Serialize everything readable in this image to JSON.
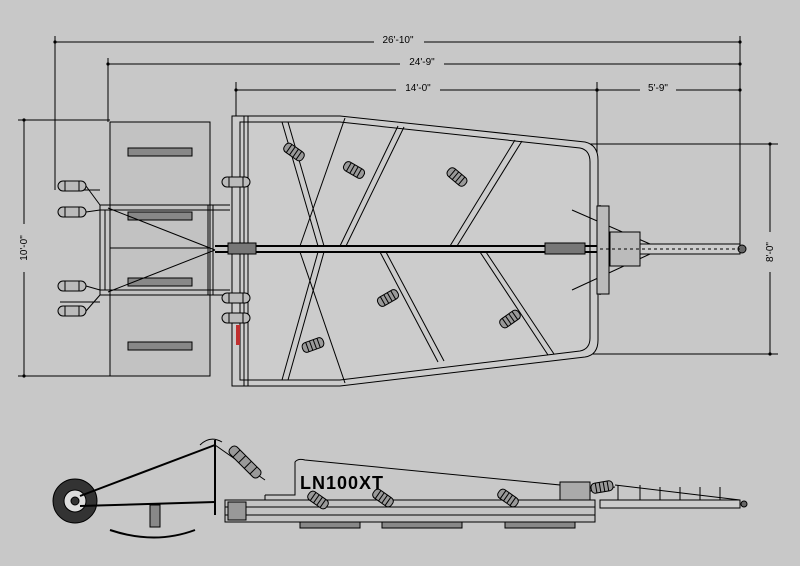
{
  "background": "#c8c8c8",
  "line_color": "#000000",
  "dimensions": {
    "overall_length": "26'-10\"",
    "frame_length": "24'-9\"",
    "deck_length": "14'-0\"",
    "tongue_length": "5'-9\"",
    "overall_width": "10'-0\"",
    "deck_width": "8'-0\""
  },
  "model_label": "LN100XT"
}
